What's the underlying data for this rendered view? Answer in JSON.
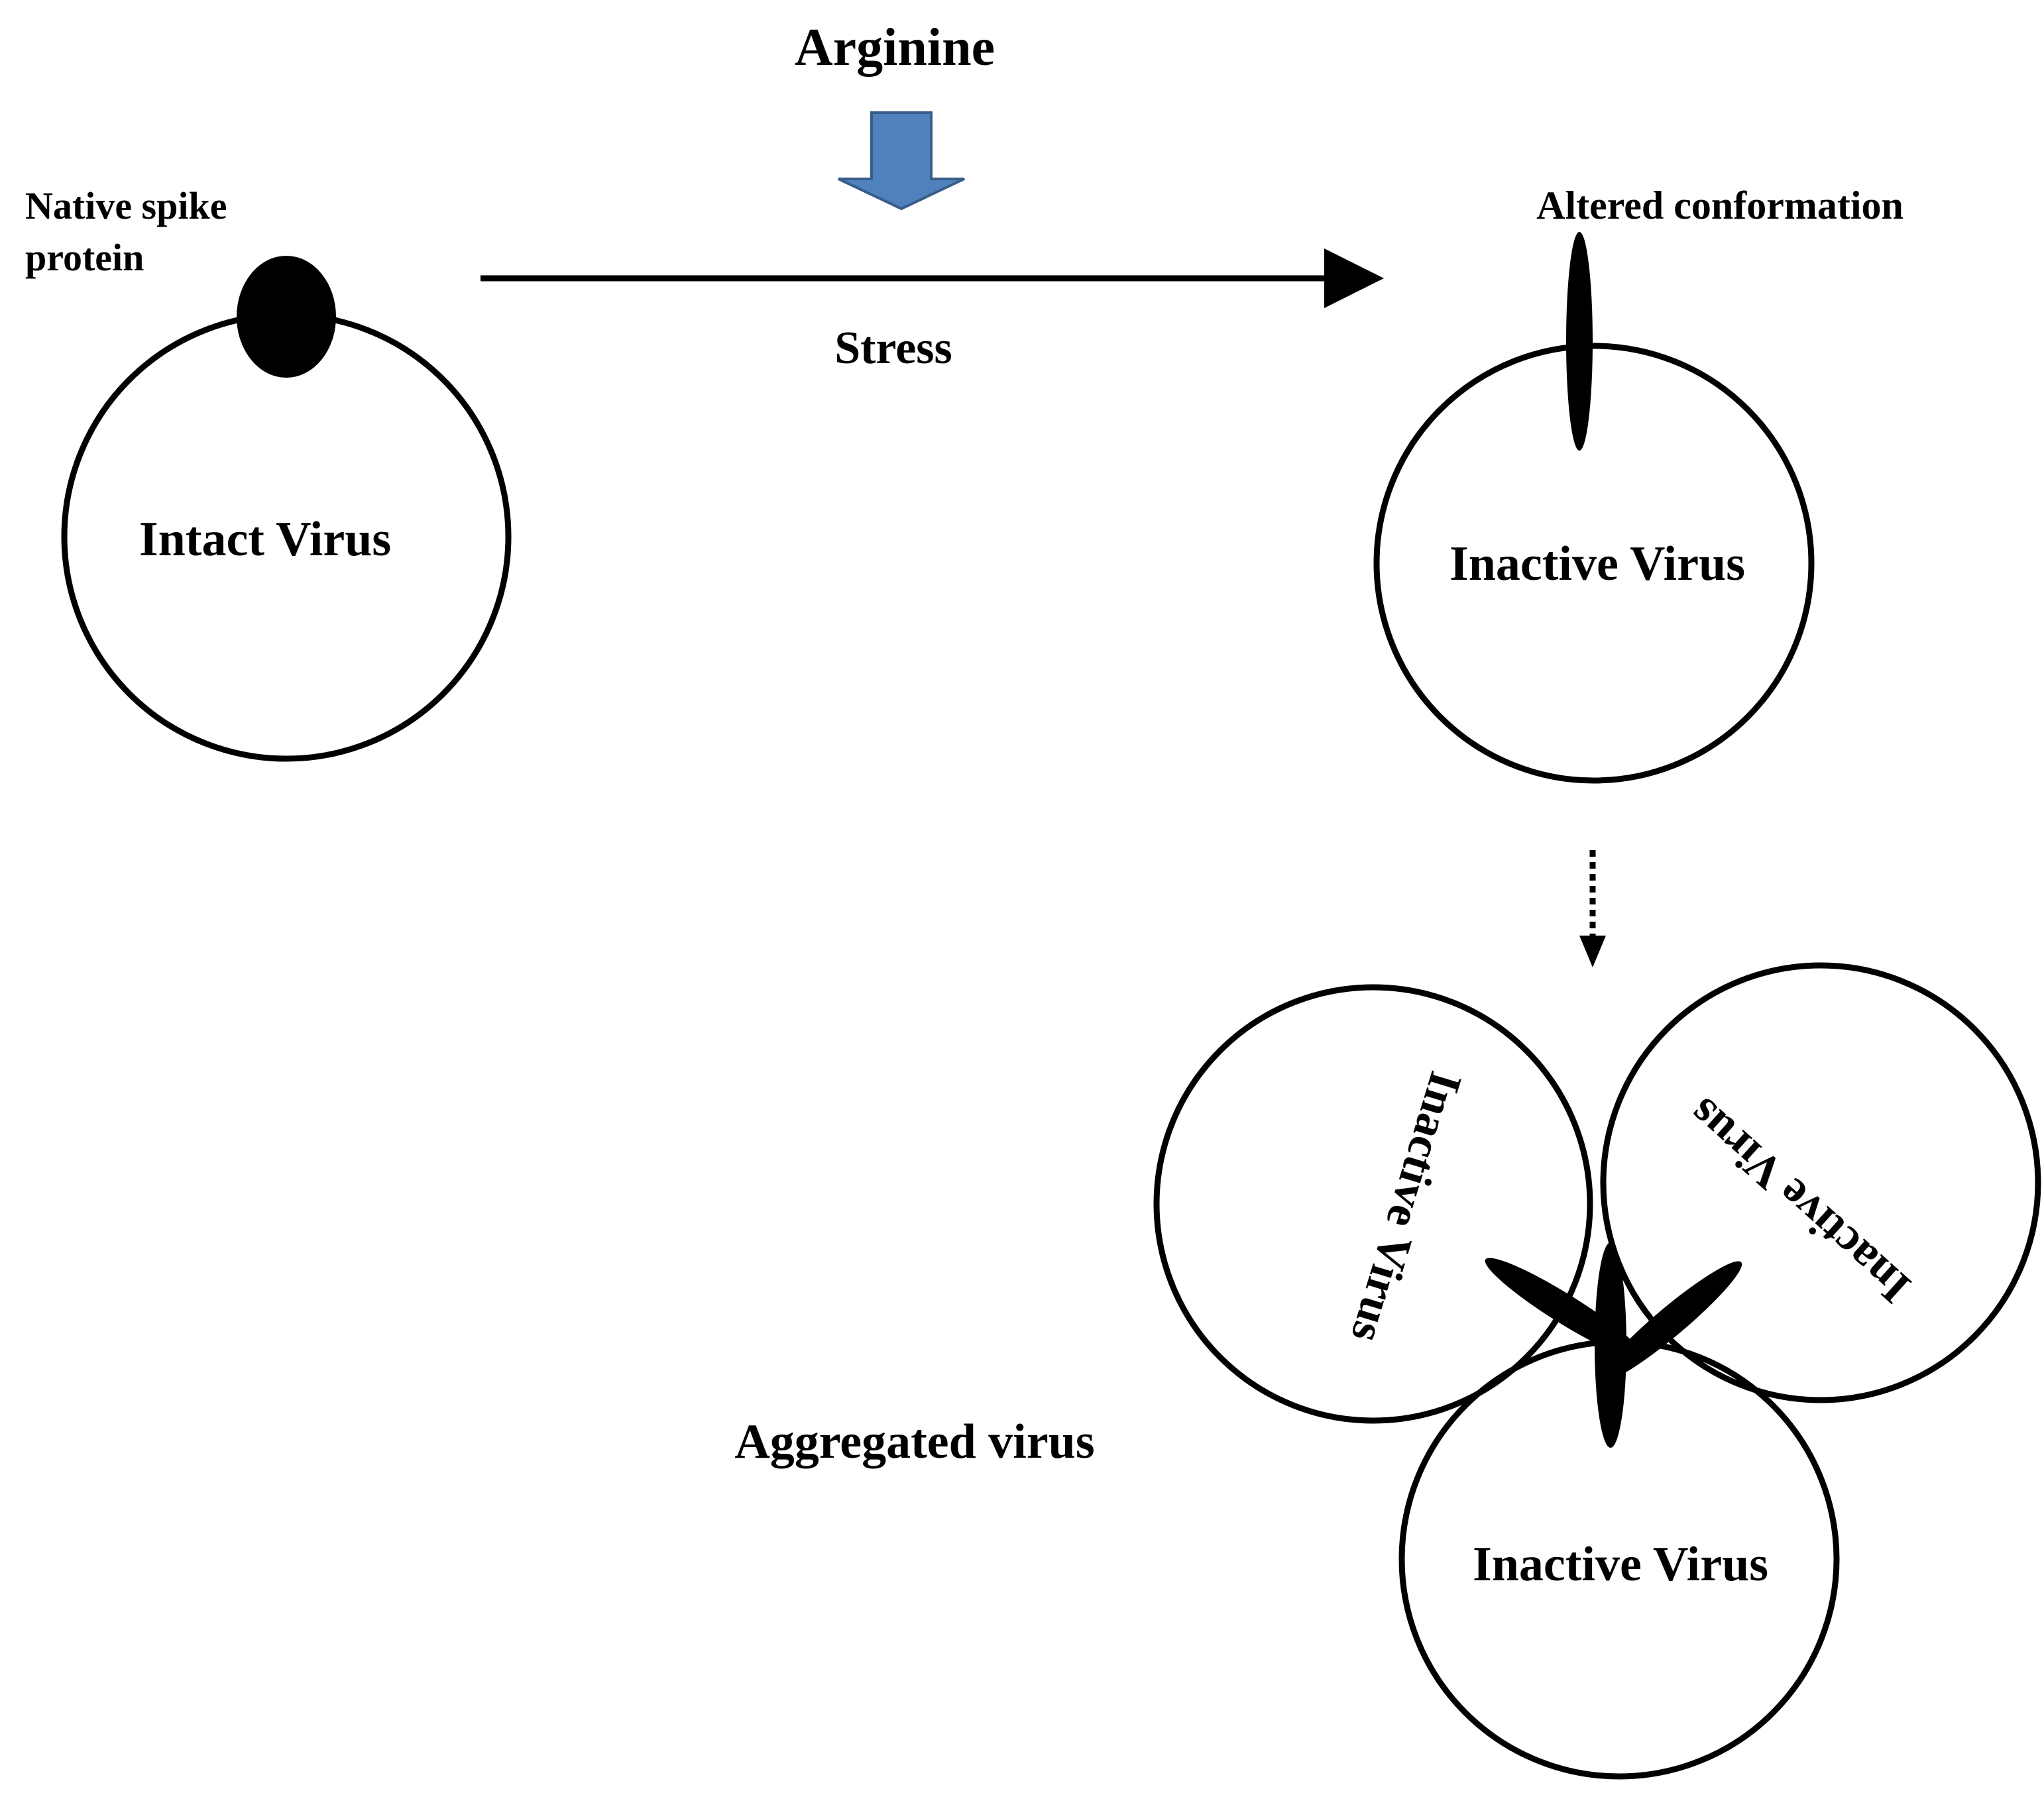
{
  "labels": {
    "arginine": "Arginine",
    "native_spike": [
      "Native spike",
      "protein"
    ],
    "altered_conformation": "Altered conformation",
    "stress": "Stress",
    "intact_virus": "Intact Virus",
    "inactive_virus": "Inactive Virus",
    "aggregated_virus": "Aggregated virus",
    "cluster_left": "Inactive Virus",
    "cluster_right": "Inactive Virus",
    "cluster_bottom": "Inactive Virus"
  },
  "colors": {
    "arginine_arrow_fill": "#4f81bd",
    "arginine_arrow_stroke": "#385d8a",
    "line": "#000000",
    "spike": "#000000",
    "background": "#ffffff"
  }
}
